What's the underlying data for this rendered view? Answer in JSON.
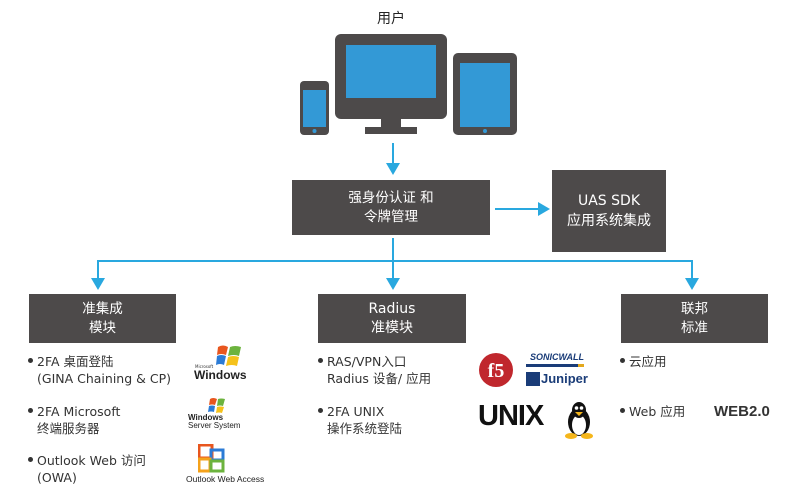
{
  "top": {
    "title": "用户"
  },
  "center": {
    "line1": "强身份认证 和",
    "line2": "令牌管理"
  },
  "sdk": {
    "line1": "UAS SDK",
    "line2": "应用系统集成"
  },
  "columns": [
    {
      "box": {
        "line1": "准集成",
        "line2": "模块"
      },
      "items": [
        {
          "line1": "2FA 桌面登陆",
          "line2": "(GINA Chaining & CP)"
        },
        {
          "line1": "2FA  Microsoft",
          "line2": "终端服务器"
        },
        {
          "line1": "Outlook Web 访问",
          "line2": "(OWA)"
        }
      ],
      "logos": [
        "Windows",
        "Windows Server System",
        "Outlook Web Access"
      ]
    },
    {
      "box": {
        "line1": "Radius",
        "line2": "准模块"
      },
      "items": [
        {
          "line1": "RAS/VPN入口",
          "line2": " Radius 设备/ 应用"
        },
        {
          "line1": "2FA UNIX",
          "line2": "操作系统登陆"
        }
      ],
      "logos": [
        "f5",
        "SONICWALL",
        "Juniper",
        "UNIX"
      ]
    },
    {
      "box": {
        "line1": "联邦",
        "line2": "标准"
      },
      "items": [
        {
          "line1": "云应用",
          "line2": ""
        },
        {
          "line1": "Web 应用",
          "line2": ""
        }
      ],
      "logos": [
        "WEB2.0"
      ]
    }
  ],
  "logo_small": {
    "microsoft": "Microsoft",
    "windows": "Windows",
    "server": "Server System"
  },
  "colors": {
    "box": "#4d4a4a",
    "arrow": "#29a8df",
    "screen": "#3399d6"
  }
}
